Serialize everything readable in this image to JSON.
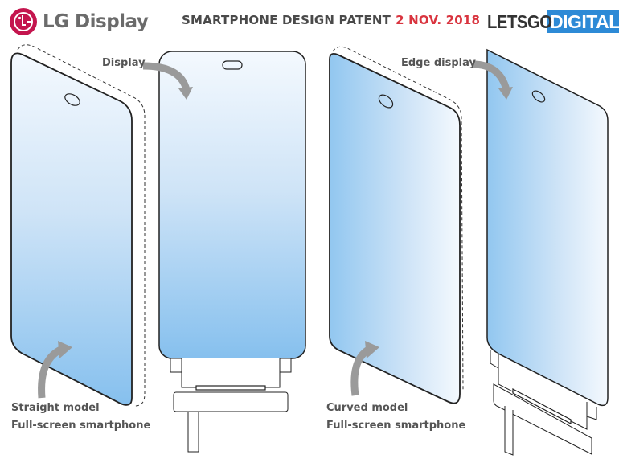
{
  "header": {
    "logo_text": "LG Display",
    "title": "SMARTPHONE DESIGN PATENT",
    "date": "2 NOV. 2018",
    "brand_part1": "LETSGO",
    "brand_part2": "DIGITAL"
  },
  "colors": {
    "lg_red": "#c4154e",
    "date_red": "#d9343f",
    "brand_blue": "#2d8ad6",
    "screen_blue": "#8cc4ee",
    "screen_light": "#f2f8fd",
    "arrow_gray": "#9a9a9a",
    "outline": "#222222"
  },
  "figures": [
    {
      "id": "straight-perspective",
      "caption_line1": "Straight model",
      "caption_line2": "Full-screen smartphone"
    },
    {
      "id": "straight-front",
      "callout": "Display"
    },
    {
      "id": "curved-perspective",
      "caption_line1": "Curved model",
      "caption_line2": "Full-screen smartphone"
    },
    {
      "id": "curved-front",
      "callout": "Edge display"
    }
  ]
}
